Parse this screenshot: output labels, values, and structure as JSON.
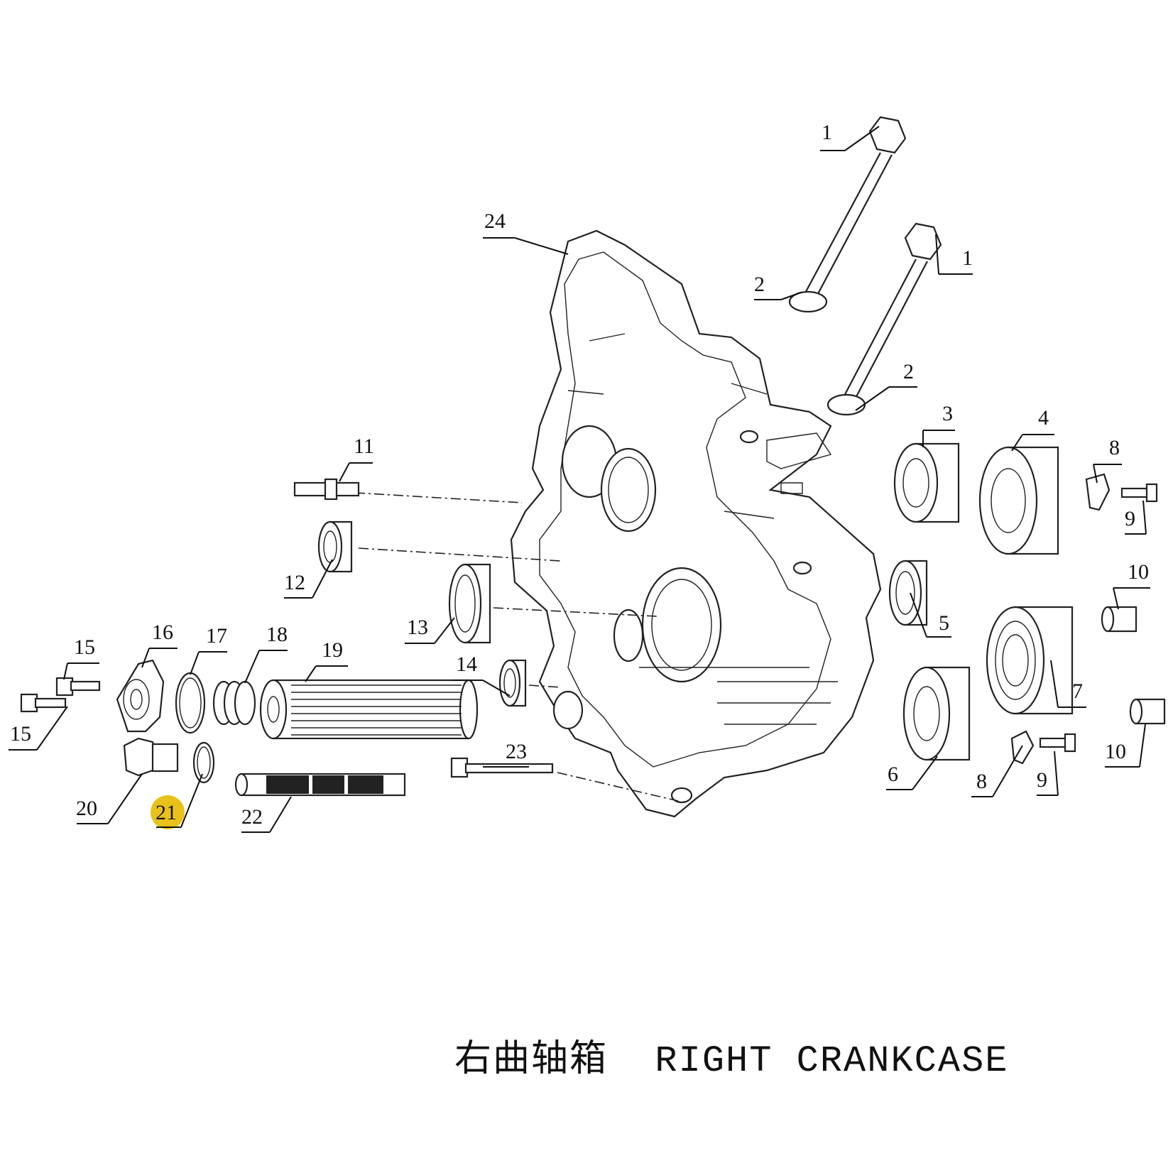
{
  "caption": "右曲轴箱  RIGHT CRANKCASE",
  "highlight_color": "#e8c21a",
  "callouts": [
    "1",
    "1",
    "2",
    "2",
    "3",
    "4",
    "5",
    "6",
    "7",
    "8",
    "8",
    "9",
    "9",
    "10",
    "10",
    "11",
    "12",
    "13",
    "14",
    "15",
    "15",
    "16",
    "17",
    "18",
    "19",
    "20",
    "21",
    "22",
    "23",
    "24"
  ],
  "highlighted_callout": "21"
}
